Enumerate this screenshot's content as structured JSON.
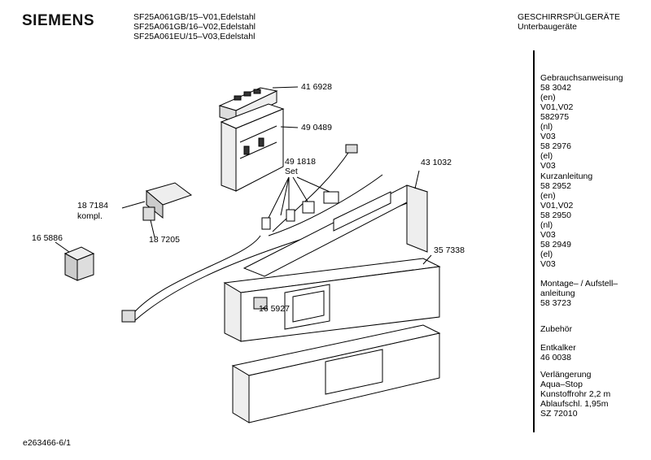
{
  "header": {
    "brand": "SIEMENS",
    "models": [
      "SF25A061GB/15–V01,Edelstahl",
      "SF25A061GB/16–V02,Edelstahl",
      "SF25A061EU/15–V03,Edelstahl"
    ],
    "category": "GESCHIRRSPÜLGERÄTE",
    "subcategory": "Unterbaugeräte"
  },
  "diagram": {
    "part_labels": {
      "p416928": "41 6928",
      "p490489": "49 0489",
      "p491818": "49 1818",
      "set": "Set",
      "p431032": "43 1032",
      "p187184": "18 7184",
      "kompl": "kompl.",
      "p187205": "18 7205",
      "p165886": "16 5886",
      "p357338": "35 7338",
      "p165927": "16 5927"
    }
  },
  "sidebar": {
    "gebrauch": [
      "Gebrauchsanweisung",
      "58 3042",
      "(en)",
      "V01,V02",
      "582975",
      "(nl)",
      "V03",
      "58 2976",
      "(el)",
      "V03"
    ],
    "kurz": [
      "Kurzanleitung",
      "58 2952",
      "(en)",
      "V01,V02",
      "58 2950",
      "(nl)",
      "V03",
      "58 2949",
      "(el)",
      "V03"
    ],
    "montage": [
      "Montage– / Aufstell–",
      "anleitung",
      "58 3723"
    ],
    "zubehoer": [
      "Zubehör"
    ],
    "entkalker": [
      "Entkalker",
      "46 0038"
    ],
    "verlaengerung": [
      "Verlängerung",
      "Aqua–Stop",
      "Kunstoffrohr 2,2 m",
      "Ablaufschl. 1,95m",
      "SZ 72010"
    ]
  },
  "footer": {
    "code": "e263466-6/1"
  }
}
